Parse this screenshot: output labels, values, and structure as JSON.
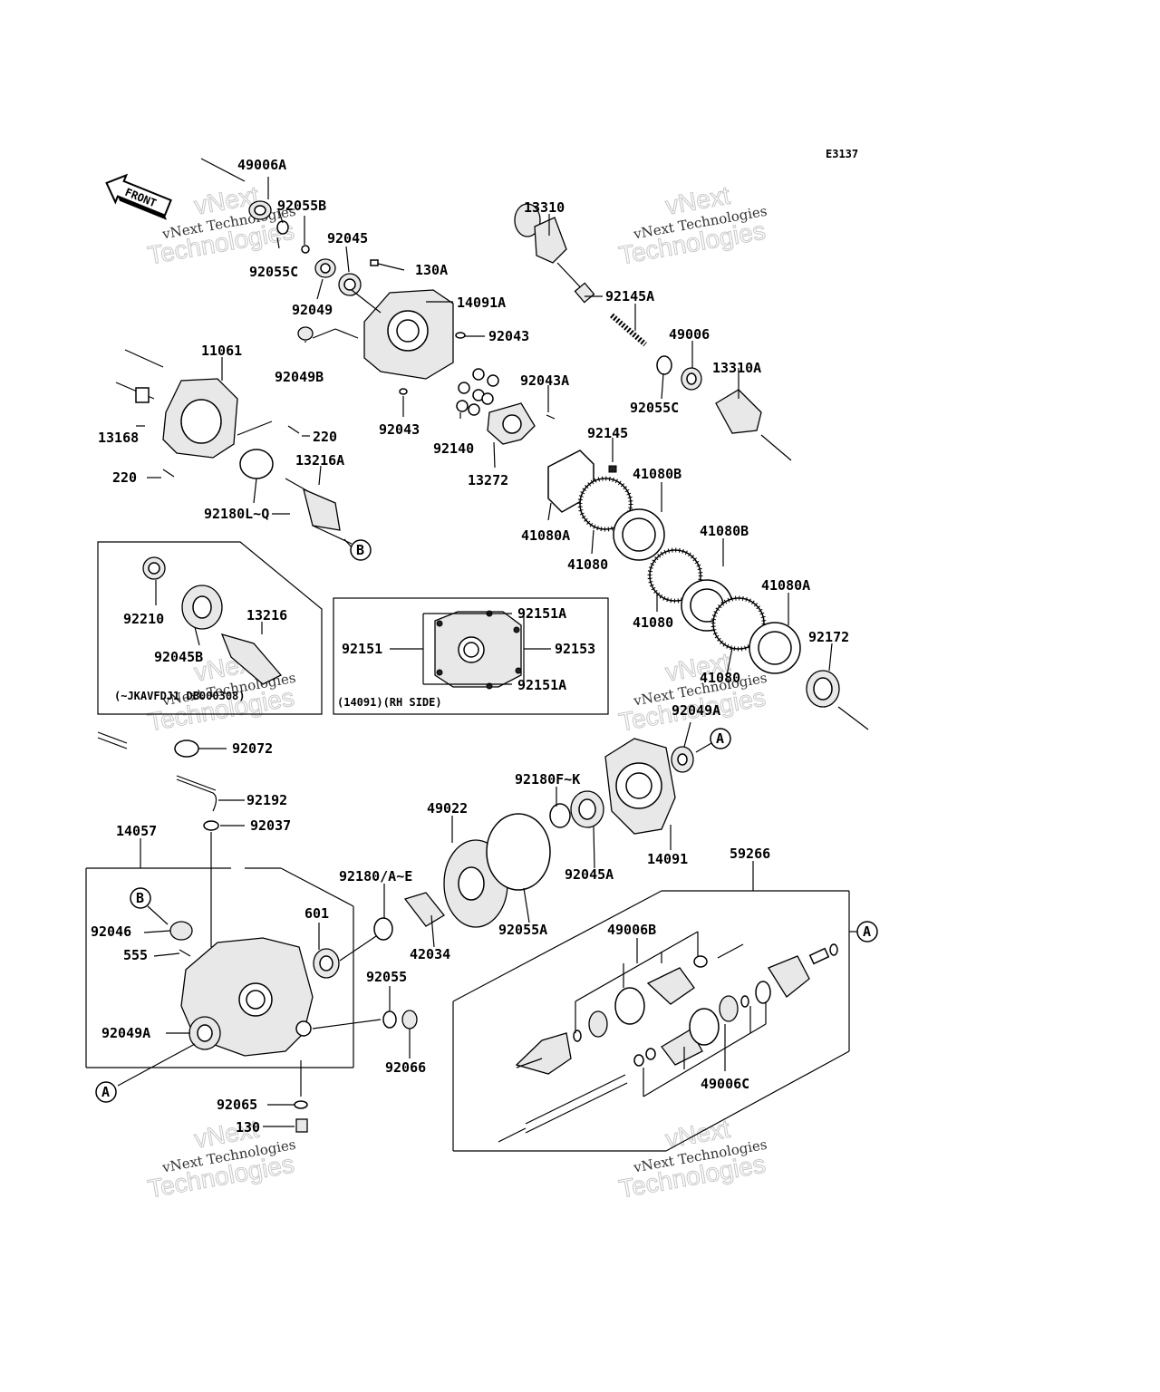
{
  "diagram_code": "E3137",
  "front_label": "FRONT",
  "watermark": {
    "line1": "vNext",
    "line2": "vNext Technologies",
    "line3": "Technologies"
  },
  "inset_notes": {
    "serial": "(~JKAVFDJ1 DB000308)",
    "rh_side": "(14091)(RH SIDE)"
  },
  "callouts": {
    "A": "A",
    "B": "B"
  },
  "parts": [
    "49006A",
    "92055B",
    "92045",
    "92055C",
    "92049",
    "130A",
    "14091A",
    "92043",
    "92049B",
    "11061",
    "13168",
    "220",
    "220",
    "92043",
    "13216A",
    "92180L~Q",
    "13310",
    "92145A",
    "49006",
    "13310A",
    "92055C",
    "92043A",
    "92140",
    "13272",
    "92145",
    "41080B",
    "41080A",
    "41080",
    "41080B",
    "41080",
    "41080A",
    "92172",
    "41080",
    "92210",
    "13216",
    "92045B",
    "92151A",
    "92151",
    "92153",
    "92151A",
    "92072",
    "92192",
    "92037",
    "14057",
    "92046",
    "555",
    "601",
    "92180/A~E",
    "49022",
    "92180F~K",
    "92049A",
    "14091",
    "92045A",
    "92055A",
    "42034",
    "92055",
    "92066",
    "92049A",
    "92065",
    "130",
    "59266",
    "49006B",
    "49006C"
  ]
}
